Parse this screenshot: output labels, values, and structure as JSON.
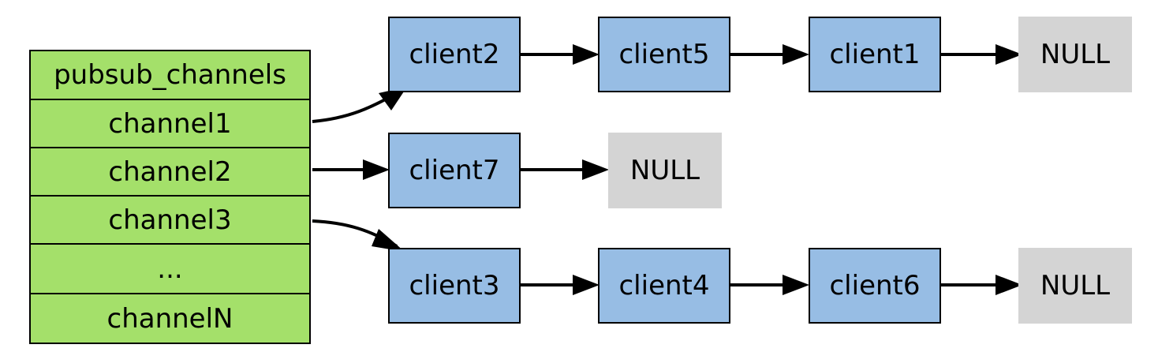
{
  "table": {
    "header": "pubsub_channels",
    "rows": [
      "channel1",
      "channel2",
      "channel3",
      "...",
      "channelN"
    ]
  },
  "lists": [
    {
      "channel": "channel1",
      "clients": [
        "client2",
        "client5",
        "client1"
      ],
      "terminator": "NULL"
    },
    {
      "channel": "channel2",
      "clients": [
        "client7"
      ],
      "terminator": "NULL"
    },
    {
      "channel": "channel3",
      "clients": [
        "client3",
        "client4",
        "client6"
      ],
      "terminator": "NULL"
    }
  ],
  "colors": {
    "table_fill": "#a4e06a",
    "node_fill": "#97bde4",
    "null_fill": "#d4d4d4",
    "stroke": "#000000"
  }
}
